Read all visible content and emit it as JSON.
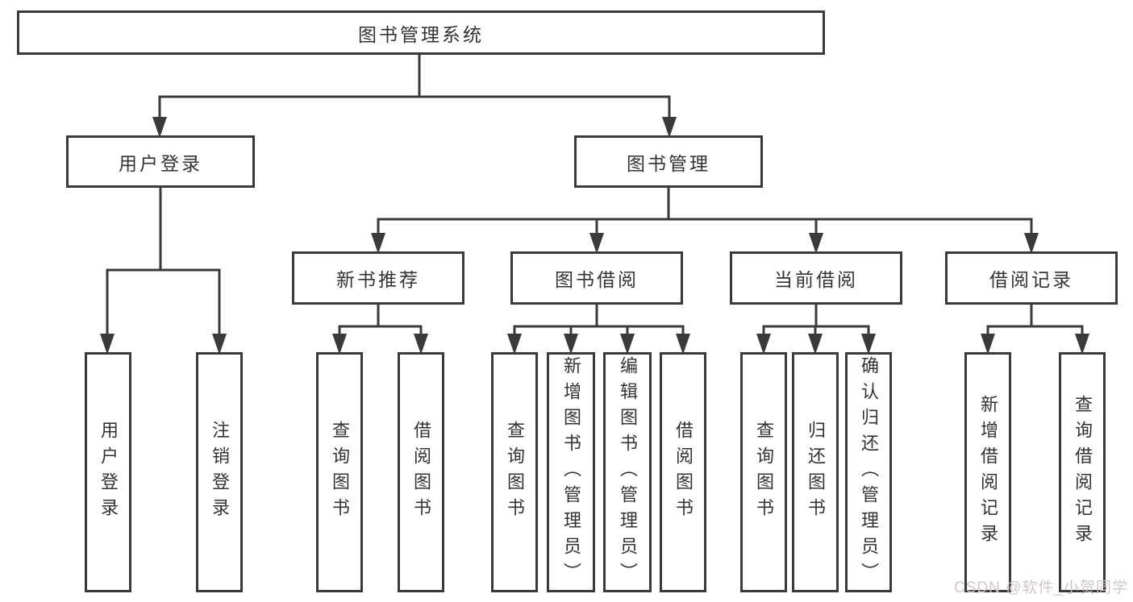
{
  "tree": {
    "label": "图书管理系统",
    "children": [
      {
        "label": "用户登录",
        "children": [
          {
            "label": "用户登录"
          },
          {
            "label": "注销登录"
          }
        ]
      },
      {
        "label": "图书管理",
        "children": [
          {
            "label": "新书推荐",
            "children": [
              {
                "label": "查询图书"
              },
              {
                "label": "借阅图书"
              }
            ]
          },
          {
            "label": "图书借阅",
            "children": [
              {
                "label": "查询图书"
              },
              {
                "label": "新增图书（管理员）"
              },
              {
                "label": "编辑图书（管理员）"
              },
              {
                "label": "借阅图书"
              }
            ]
          },
          {
            "label": "当前借阅",
            "children": [
              {
                "label": "查询图书"
              },
              {
                "label": "归还图书"
              },
              {
                "label": "确认归还（管理员）"
              }
            ]
          },
          {
            "label": "借阅记录",
            "children": [
              {
                "label": "新增借阅记录"
              },
              {
                "label": "查询借阅记录"
              }
            ]
          }
        ]
      }
    ]
  },
  "watermark": {
    "text": "CSDN @软件_小贺同学"
  },
  "colors": {
    "line": "#3a3a3a",
    "box_border": "#3a3a3a",
    "text": "#333333",
    "watermark": "#ccc5c7",
    "background": "#ffffff"
  }
}
